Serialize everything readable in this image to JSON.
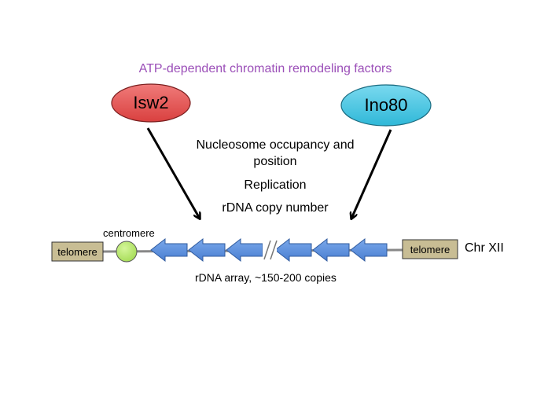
{
  "title": "ATP-dependent chromatin remodeling factors",
  "factors": [
    {
      "label": "Isw2",
      "color": "#e0504f"
    },
    {
      "label": "Ino80",
      "color": "#3cc6e4"
    }
  ],
  "effects": [
    "Nucleosome occupancy and",
    "position",
    "Replication",
    "rDNA copy number"
  ],
  "chromosome": {
    "name": "Chr XII",
    "left_telomere": "telomere",
    "right_telomere": "telomere",
    "centromere_label": "centromere",
    "array_label": "rDNA array, ~150-200 copies",
    "telomere_color": "#c8bd94",
    "centromere_color": "#b6e86a",
    "repeat_color": "#5b8fdc",
    "line_color": "#888888"
  }
}
